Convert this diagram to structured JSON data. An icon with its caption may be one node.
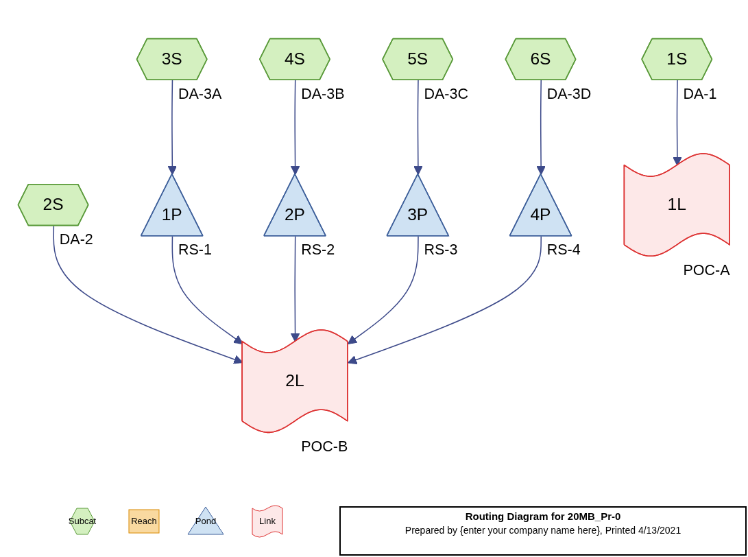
{
  "diagram": {
    "title": "Routing Diagram for 20MB_Pr-0",
    "nodes": [
      {
        "text": [
          "3S"
        ],
        "beside": [
          "DA-3A"
        ]
      },
      {
        "text": [
          "4S"
        ],
        "beside": [
          "DA-3B"
        ]
      },
      {
        "text": [
          "5S"
        ],
        "beside": [
          "DA-3C"
        ]
      },
      {
        "text": [
          "6S"
        ],
        "beside": [
          "DA-3D"
        ]
      },
      {
        "text": [
          "1S"
        ],
        "beside": [
          "DA-1"
        ]
      },
      {
        "text": [
          "2S"
        ],
        "beside": [
          "DA-2"
        ]
      },
      {
        "text": [
          "1P"
        ],
        "beside": [
          "RS-1"
        ]
      },
      {
        "text": [
          "2P"
        ],
        "beside": [
          "RS-2"
        ]
      },
      {
        "text": [
          "3P"
        ],
        "beside": [
          "RS-3"
        ]
      },
      {
        "text": [
          "4P"
        ],
        "beside": [
          "RS-4"
        ]
      },
      {
        "text": [
          "1L"
        ],
        "beside": [
          "POC-A"
        ]
      },
      {
        "text": [
          "2L"
        ],
        "beside": [
          "POC-B"
        ]
      }
    ],
    "edges": [
      {
        "from": 0,
        "to": 6,
        "arrow": "to"
      },
      {
        "from": 1,
        "to": 7,
        "arrow": "to"
      },
      {
        "from": 2,
        "to": 8,
        "arrow": "to"
      },
      {
        "from": 3,
        "to": 9,
        "arrow": "to"
      },
      {
        "from": 4,
        "to": 10,
        "arrow": "to"
      },
      {
        "from": 5,
        "to": 11,
        "arrow": "to"
      },
      {
        "from": 6,
        "to": 11,
        "arrow": "to"
      },
      {
        "from": 7,
        "to": 11,
        "arrow": "to"
      },
      {
        "from": 8,
        "to": 11,
        "arrow": "to"
      },
      {
        "from": 9,
        "to": 11,
        "arrow": "to"
      }
    ],
    "labels": [
      "Prepared by {enter your company name here},  Printed 4/13/2021"
    ],
    "legend": [
      {
        "text": "Subcat"
      },
      {
        "text": "Reach"
      },
      {
        "text": "Pond"
      },
      {
        "text": "Link"
      }
    ]
  }
}
